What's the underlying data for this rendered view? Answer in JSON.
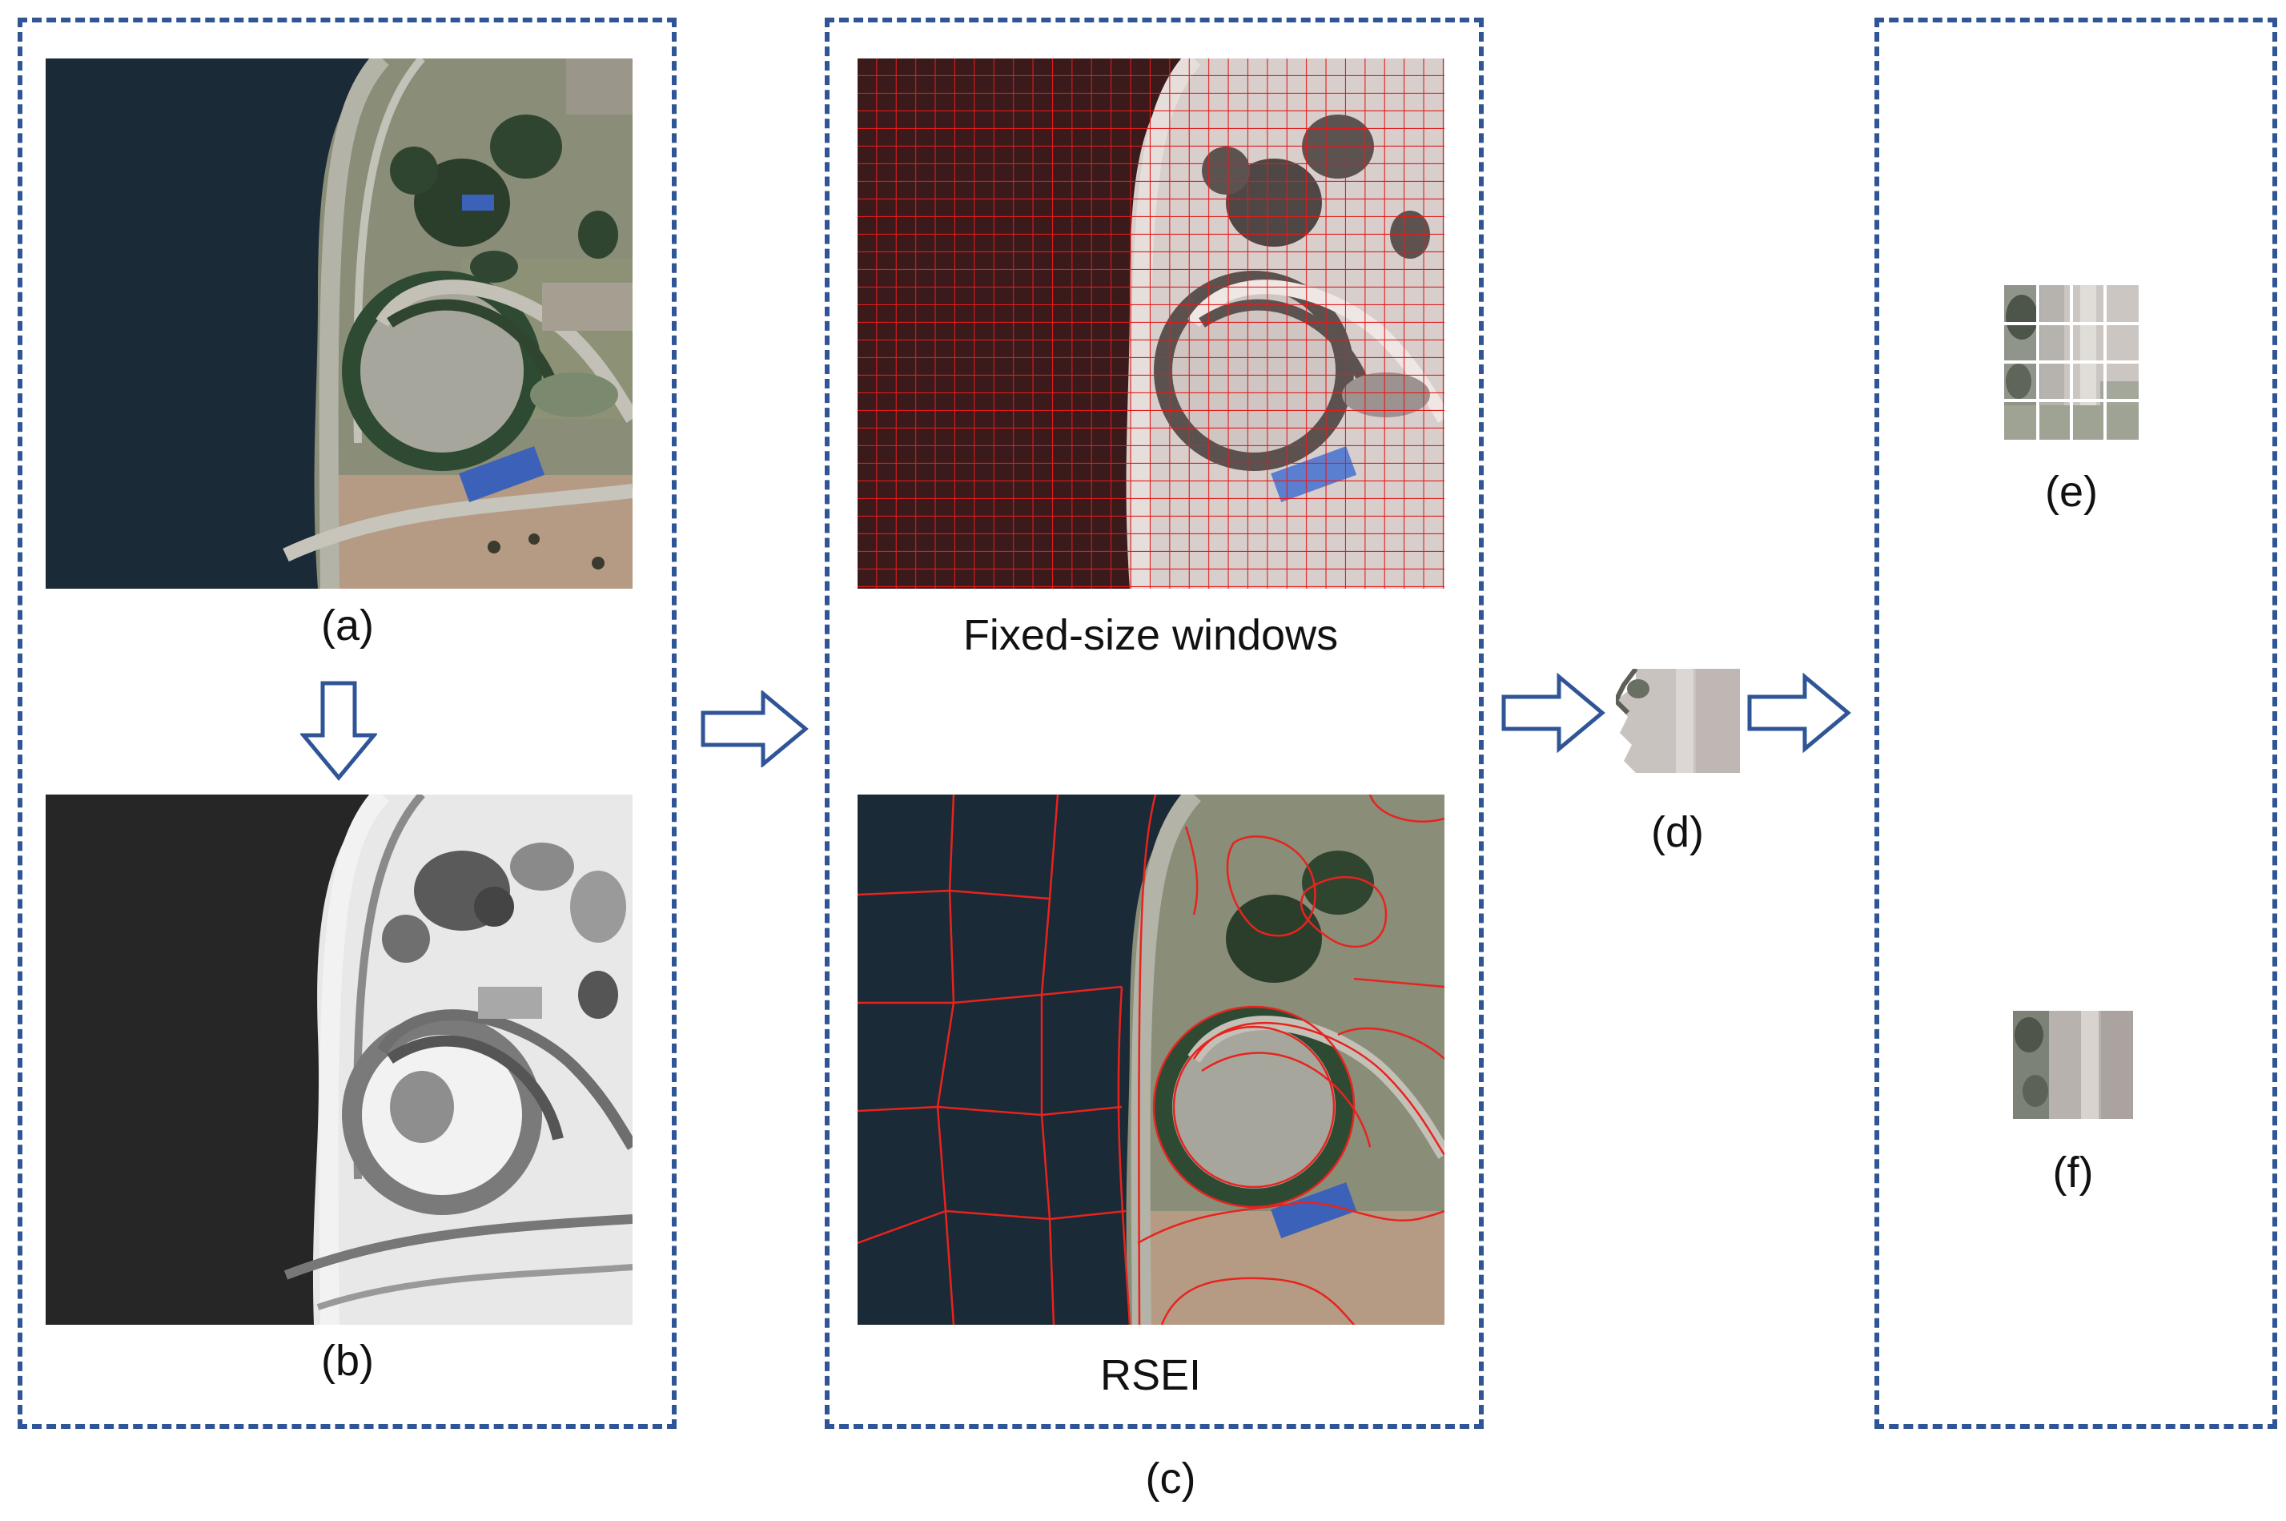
{
  "labels": {
    "a": "(a)",
    "b": "(b)",
    "c": "(c)",
    "d": "(d)",
    "e": "(e)",
    "f": "(f)",
    "fixed": "Fixed-size windows",
    "rsei": "RSEI"
  },
  "colors": {
    "panel_border": "#2f5597",
    "arrow_stroke": "#2f5597",
    "grid_lines": "#e21b1b",
    "segment_lines": "#e8231e",
    "water": "#1a2a36",
    "roof": "#3b62b8"
  },
  "icons": {
    "arrow": "hollow-block-arrow"
  }
}
